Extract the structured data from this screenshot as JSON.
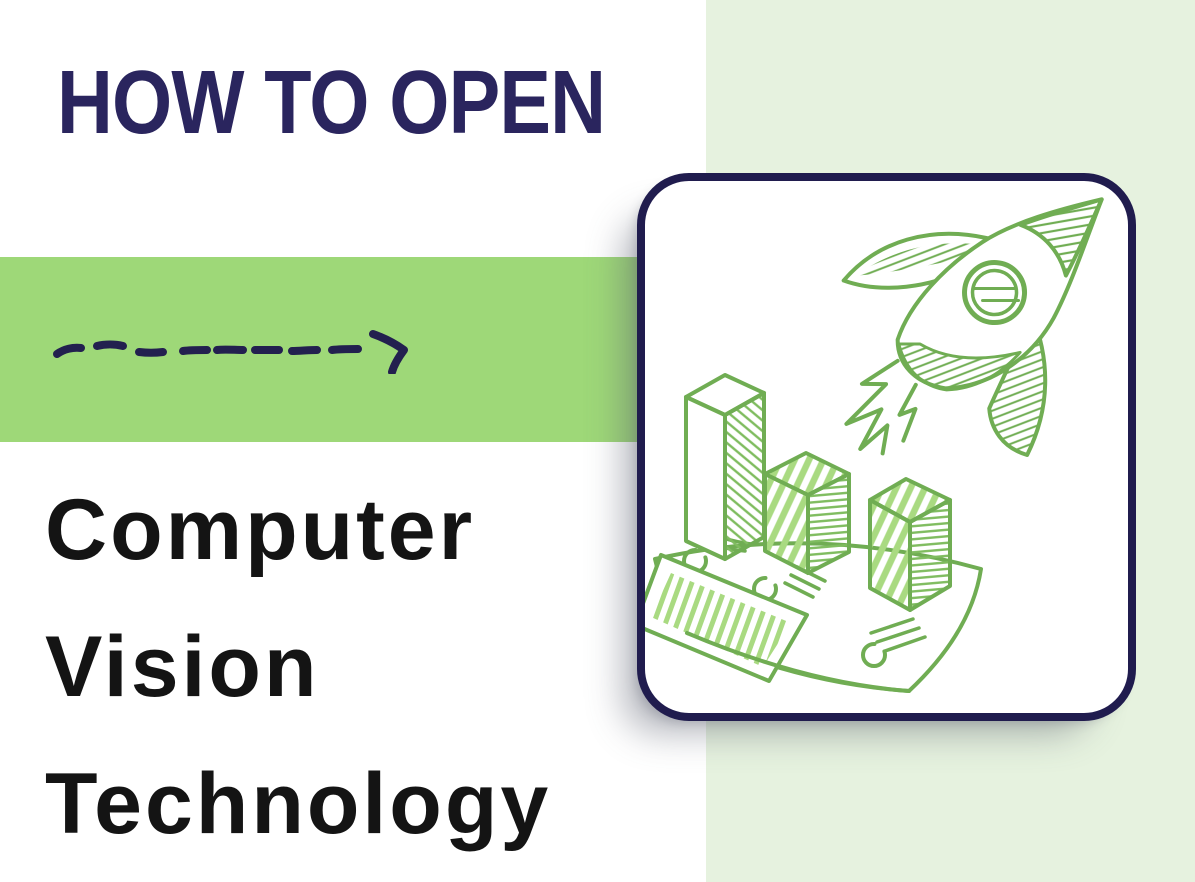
{
  "poster": {
    "eyebrow": "HOW TO OPEN",
    "title_lines": [
      "Computer",
      "Vision",
      "Technology"
    ]
  },
  "decor": {
    "dashed_arrow": "hand-drawn dashed arrow pointing right",
    "illustration": "doodle rocket launching above 3D bar chart standing on banknotes"
  },
  "colors": {
    "background": "#ffffff",
    "headline_navy": "#2a255e",
    "title_black": "#141414",
    "band_green": "#9ed878",
    "panel_green": "#e6f2df",
    "card_border_navy": "#201c4e",
    "doodle_green": "#70ad53",
    "doodle_light_green": "#a9da81"
  }
}
